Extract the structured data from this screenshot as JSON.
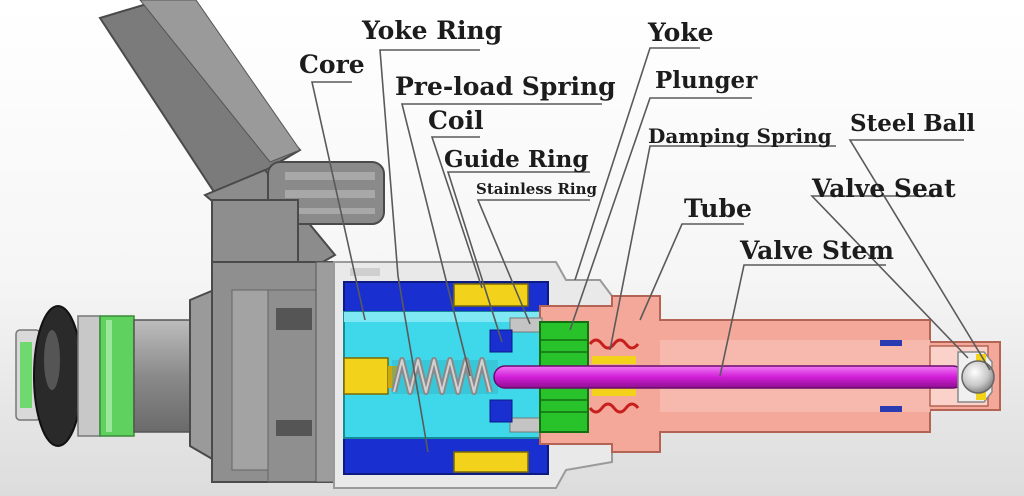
{
  "labels": {
    "core": "Core",
    "yoke_ring": "Yoke Ring",
    "preload_spring": "Pre-load Spring",
    "coil": "Coil",
    "guide_ring": "Guide Ring",
    "stainless_ring": "Stainless Ring",
    "yoke": "Yoke",
    "plunger": "Plunger",
    "damping_spring": "Damping Spring",
    "tube": "Tube",
    "valve_stem": "Valve Stem",
    "steel_ball": "Steel Ball",
    "valve_seat": "Valve Seat"
  },
  "colors": {
    "core": "#3ed8ea",
    "yoke_ring": "#1a2fd0",
    "coil": "#f2d21a",
    "plunger": "#28c22a",
    "tube": "#f3a89a",
    "valve_stem": "#d21ed8",
    "housing": "#8f8f8f",
    "connector": "#7d7d7d",
    "o_ring": "#2a2a2a",
    "filter": "#5fd15f"
  }
}
